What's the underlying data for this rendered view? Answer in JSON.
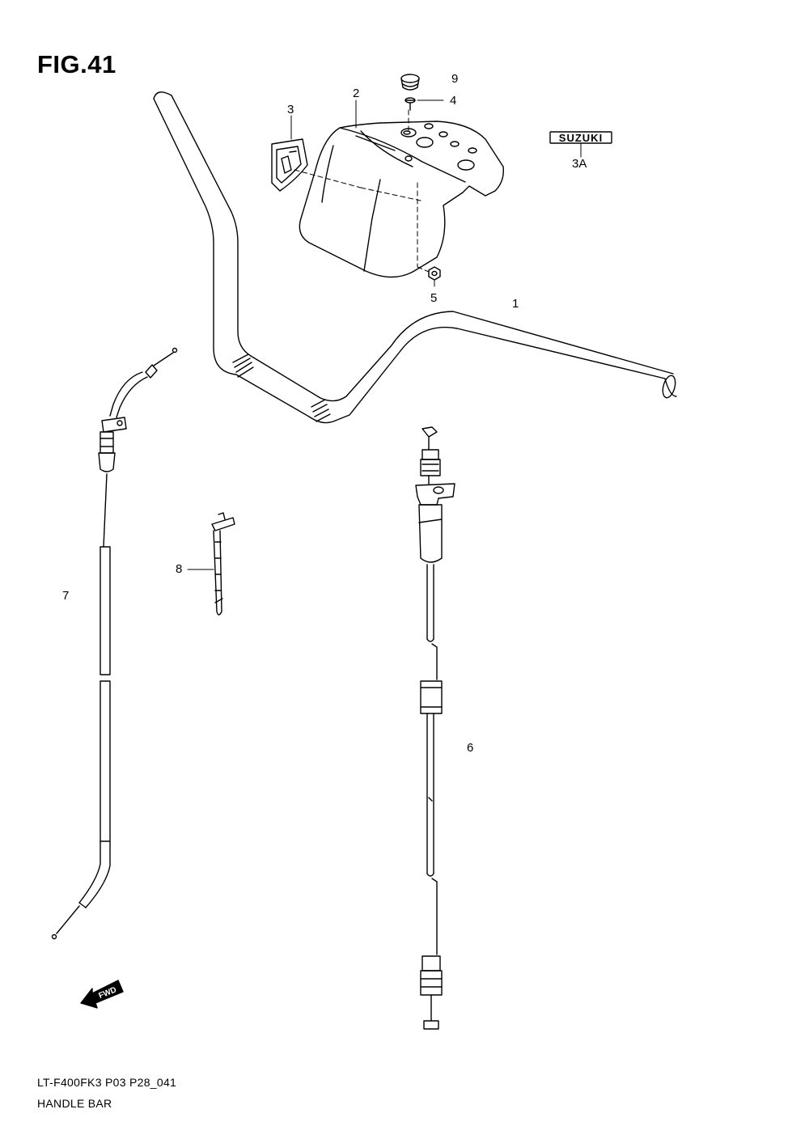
{
  "figure": {
    "title": "FIG.41",
    "code": "LT-F400FK3 P03 P28_041",
    "name": "HANDLE BAR"
  },
  "callouts": [
    {
      "id": "c1",
      "label": "1"
    },
    {
      "id": "c2",
      "label": "2"
    },
    {
      "id": "c3",
      "label": "3"
    },
    {
      "id": "c3a",
      "label": "3A"
    },
    {
      "id": "c4",
      "label": "4"
    },
    {
      "id": "c5",
      "label": "5"
    },
    {
      "id": "c6",
      "label": "6"
    },
    {
      "id": "c7",
      "label": "7"
    },
    {
      "id": "c8",
      "label": "8"
    },
    {
      "id": "c9",
      "label": "9"
    }
  ],
  "emblem": {
    "text": "SUZUKI"
  },
  "direction_marker": {
    "text": "FWD",
    "icon": "arrow-forward-icon"
  }
}
